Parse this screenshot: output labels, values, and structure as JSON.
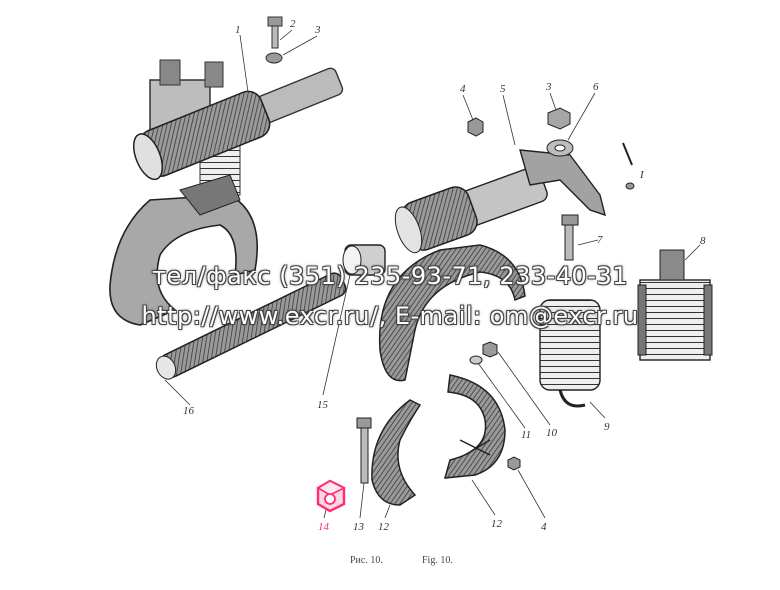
{
  "labels": {
    "l1": "1",
    "l2": "2",
    "l3a": "3",
    "l3b": "3",
    "l4a": "4",
    "l4b": "4",
    "l5": "5",
    "l6": "6",
    "l7": "7",
    "l8": "8",
    "l9": "9",
    "l10": "10",
    "l11": "11",
    "l12a": "12",
    "l12b": "12",
    "l13": "13",
    "l14": "14",
    "l15": "15",
    "l16": "16",
    "lI": "I"
  },
  "watermark": {
    "line1": "тел/факс (351) 235-93-71, 233-40-31",
    "line2": "http://www.excr.ru/, E-mail: om@excr.ru"
  },
  "captions": {
    "ru": "Рис. 10.",
    "en": "Fig. 10."
  },
  "colors": {
    "ink": "#2a2a2a",
    "highlight": "#ff2d6f",
    "paper": "#ffffff"
  }
}
